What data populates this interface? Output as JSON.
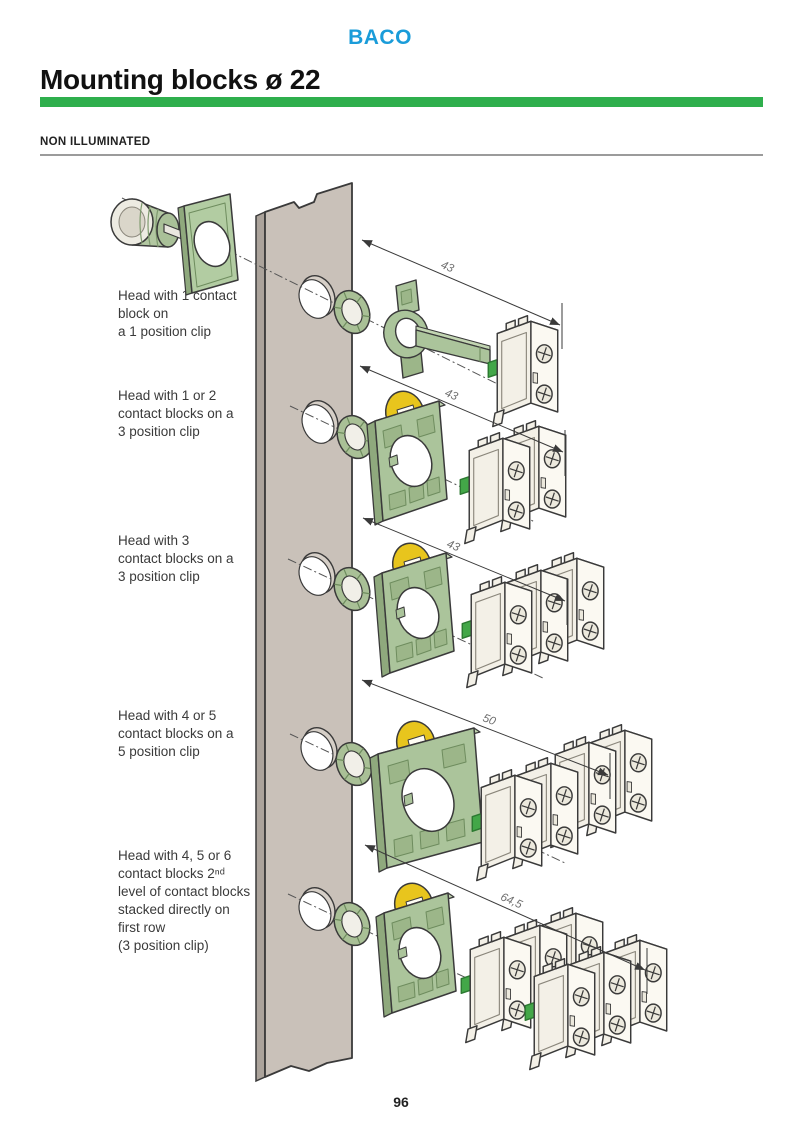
{
  "header": {
    "brand": "BACO",
    "title": "Mounting blocks ø 22",
    "section": "NON ILLUMINATED"
  },
  "rows": [
    {
      "label": "Head with 1 contact\nblock on\na 1 position clip",
      "dimension": "43"
    },
    {
      "label": "Head with 1 or 2\ncontact blocks on a\n3 position clip",
      "dimension": "43"
    },
    {
      "label": "Head with 3\ncontact blocks on a\n3 position clip",
      "dimension": "43"
    },
    {
      "label": "Head with 4 or 5\ncontact blocks on a\n5 position clip",
      "dimension": "50"
    },
    {
      "label": "Head with 4, 5 or 6\ncontact blocks 2ⁿᵈ\nlevel of contact blocks\nstacked directly on\nfirst row\n(3 position clip)",
      "dimension": "64,5"
    }
  ],
  "footer": {
    "page_number": "96"
  },
  "colors": {
    "brand_blue": "#1A9CD9",
    "title_bar_green": "#2FAF4D",
    "panel_gray": "#C9C1B9",
    "panel_edge": "#ABA39B",
    "clip_green": "#ABC49B",
    "clip_green_dark": "#8FA97D",
    "tab_yellow": "#E8C51D",
    "block_cream": "#F3F0E7",
    "latch_green": "#43A748",
    "line_dark": "#3A3A3A",
    "dim_gray": "#6F6F6F"
  }
}
